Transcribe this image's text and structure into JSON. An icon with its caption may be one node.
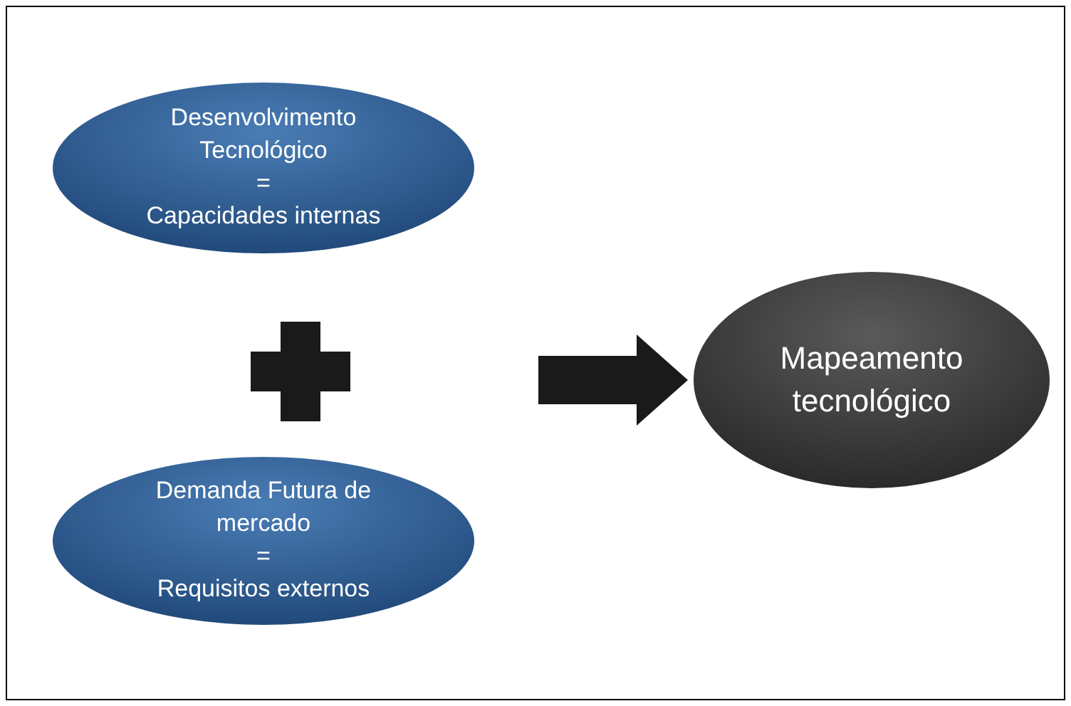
{
  "diagram": {
    "nodes": [
      {
        "text": [
          "Desenvolvimento Tecnológico",
          "=",
          "Capacidades internas"
        ]
      },
      {
        "text": [
          "Demanda Futura de mercado",
          "=",
          "Requisitos externos"
        ]
      },
      {
        "text": [
          "Mapeamento tecnológico"
        ]
      }
    ],
    "edges": [
      {
        "from": null,
        "to": 2,
        "arrow": "to",
        "style": "thick"
      }
    ]
  }
}
